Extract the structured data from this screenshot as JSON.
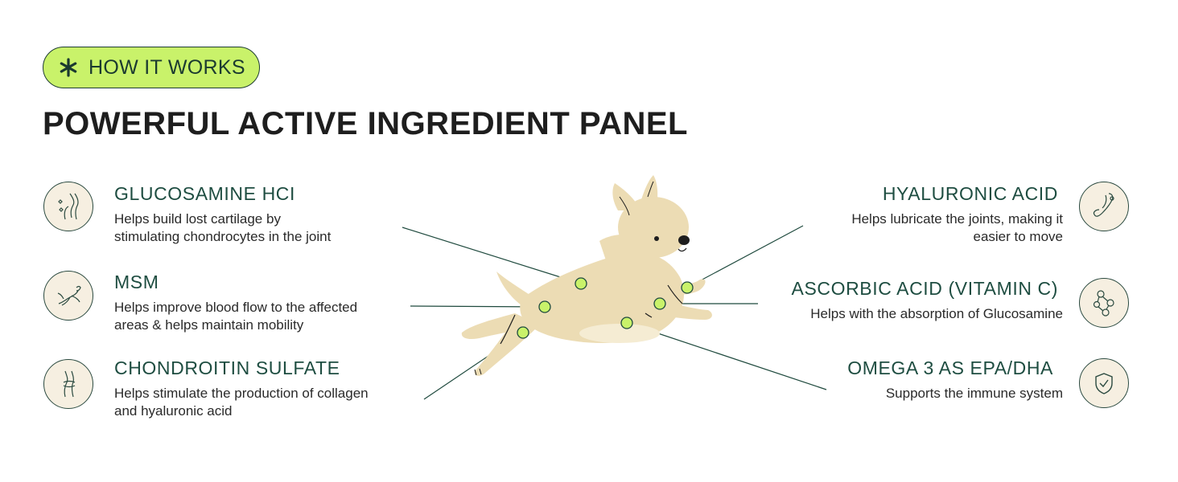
{
  "badge": {
    "label": "HOW IT WORKS",
    "icon": "asterisk-icon",
    "background": "#c9f26a"
  },
  "title": "POWERFUL ACTIVE INGREDIENT PANEL",
  "ingredients_left": [
    {
      "name": "GLUCOSAMINE HCI",
      "desc_line1": "Helps build lost cartilage by",
      "desc_line2": "stimulating chondrocytes in the joint",
      "icon": "knee-joint-icon"
    },
    {
      "name": "MSM",
      "desc_line1": "Helps improve blood flow to the affected",
      "desc_line2": "areas & helps maintain mobility",
      "icon": "running-dog-icon"
    },
    {
      "name": "CHONDROITIN SULFATE",
      "desc_line1": "Helps stimulate the production of collagen",
      "desc_line2": "and hyaluronic acid",
      "icon": "knee-cartilage-icon"
    }
  ],
  "ingredients_right": [
    {
      "name": "HYALURONIC ACID",
      "desc_line1": "Helps lubricate the joints, making it",
      "desc_line2": "easier to move",
      "icon": "bone-joint-icon"
    },
    {
      "name": "ASCORBIC ACID (VITAMIN C)",
      "desc_line1": "Helps with the absorption of Glucosamine",
      "desc_line2": "",
      "icon": "molecule-icon"
    },
    {
      "name": "OMEGA 3 AS EPA/DHA",
      "desc_line1": "Supports the immune system",
      "desc_line2": "",
      "icon": "shield-check-icon"
    }
  ],
  "colors": {
    "accent": "#c9f26a",
    "heading": "#1e4d41",
    "dog": "#ecdcb4",
    "line": "#1f4a3e"
  }
}
